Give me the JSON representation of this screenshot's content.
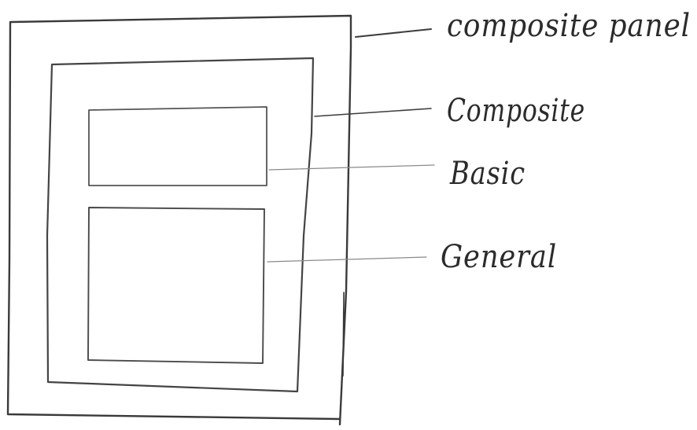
{
  "labels": {
    "composite_panel": "composite panel",
    "composite": "Composite",
    "basic": "Basic",
    "general": "General"
  },
  "colors": {
    "background": "#ffffff",
    "outer_frame": "#3a3a3a",
    "inner_frame": "#444444",
    "basic_box": "#555555",
    "general_box": "#4a4a4a",
    "leader_dark": "#3c3c3c",
    "leader_light": "#8a8a8a",
    "ink": "#2b2b2b"
  }
}
